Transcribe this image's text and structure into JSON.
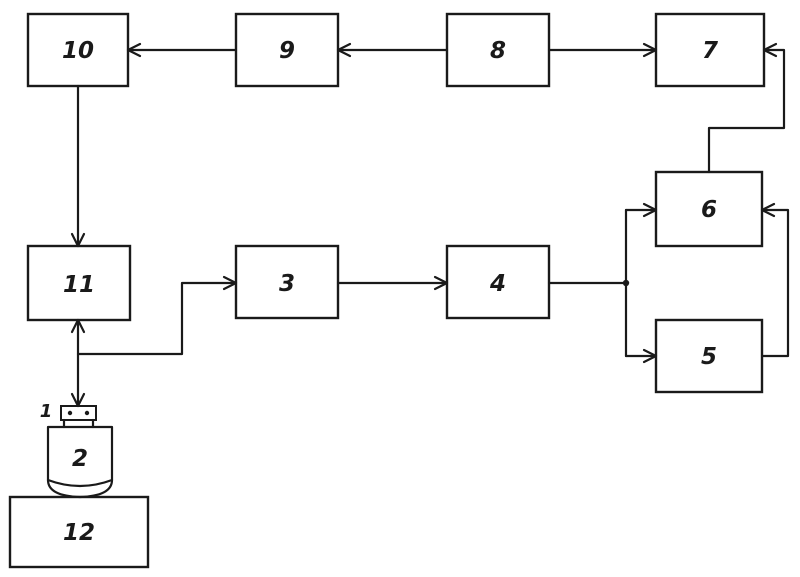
{
  "diagram": {
    "blocks": {
      "b1": "1",
      "b2": "2",
      "b3": "3",
      "b4": "4",
      "b5": "5",
      "b6": "6",
      "b7": "7",
      "b8": "8",
      "b9": "9",
      "b10": "10",
      "b11": "11",
      "b12": "12"
    }
  }
}
